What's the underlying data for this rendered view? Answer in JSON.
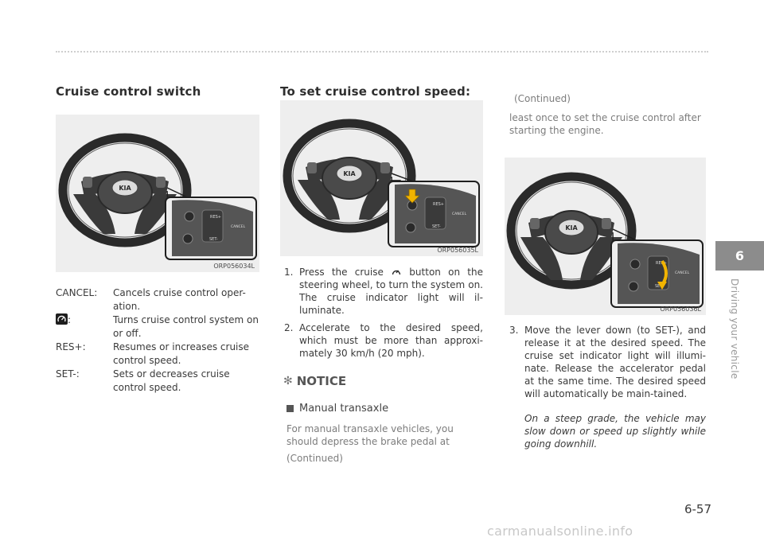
{
  "headings": {
    "cruise_switch": "Cruise control switch",
    "set_speed": "To set cruise control speed:"
  },
  "figures": {
    "fig1": "ORP056034L",
    "fig2": "ORP056035L",
    "fig3": "ORP056036L",
    "pad_labels": {
      "res": "RES+",
      "set": "SET-",
      "cancel": "CANCEL"
    },
    "wheel_badge": "KIA"
  },
  "definitions": [
    {
      "term": "CANCEL:",
      "desc": "Cancels cruise control oper-ation."
    },
    {
      "term": ":",
      "desc": "Turns cruise control system on or off.",
      "icon": "cruise-control-icon"
    },
    {
      "term": "RES+:",
      "desc": "Resumes or increases cruise control speed."
    },
    {
      "term": "SET-:",
      "desc": "Sets or decreases cruise control speed."
    }
  ],
  "steps": [
    {
      "num": "1.",
      "text_a": "Press the cruise ",
      "text_b": " button on the steering wheel, to turn the system on. The cruise indicator light will il-luminate."
    },
    {
      "num": "2.",
      "text": "Accelerate to the desired speed, which must be more than approxi-mately 30 km/h (20 mph)."
    },
    {
      "num": "3.",
      "text": "Move the lever down (to SET-), and release it at the desired speed. The cruise set indicator light will illumi-nate. Release the accelerator pedal at the same time. The desired speed will automatically be main-tained."
    }
  ],
  "notice": {
    "title": "NOTICE",
    "subhead": "Manual transaxle",
    "text": "For manual transaxle vehicles, you should depress the brake pedal at",
    "continued_bottom": "(Continued)",
    "continued_top": "(Continued)",
    "continued_text": "least once to set the cruise control after starting the engine."
  },
  "italic_note": "On a steep grade, the vehicle may slow down or speed up slightly while going downhill.",
  "side_tab": {
    "number": "6",
    "label": "Driving your vehicle"
  },
  "page_number": "6-57",
  "watermark": "carmanualsonline.info",
  "colors": {
    "tab": "#8c8c8c",
    "figure_bg": "#eeeeee",
    "highlight_arrow": "#f2b400"
  }
}
